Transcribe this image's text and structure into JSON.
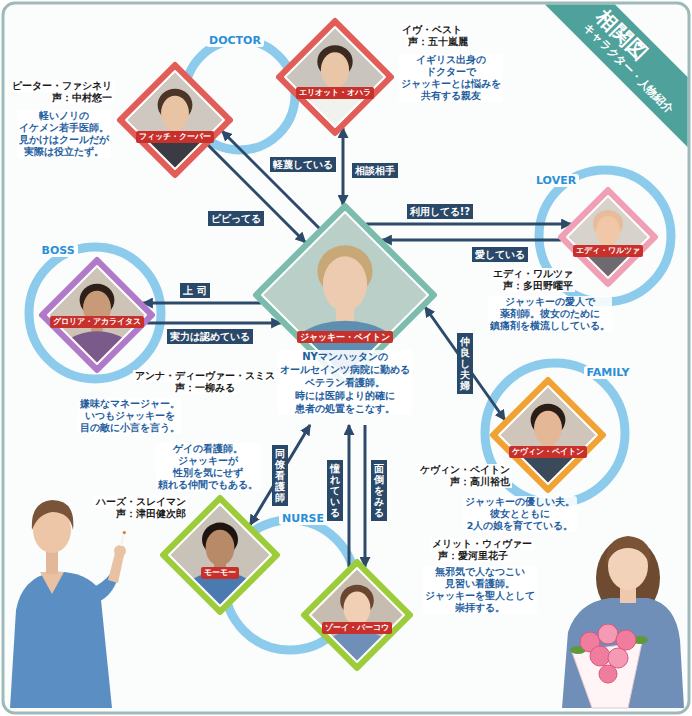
{
  "diagram": {
    "title": "相関図",
    "nodes": [
      {
        "text": [
          "フィッチ・クーパー",
          "ピーター・ファシネリ",
          "声：中村悠一",
          "軽いノリの イケメン若手医師。 見かけはクールだが 実際は役立たず。"
        ]
      },
      {
        "text": [
          "エリオット・オハラ",
          "イヴ・ベスト",
          "声：五十嵐麗",
          "イギリス出身の ドクターで ジャッキーとは悩みを 共有する親友"
        ]
      },
      {
        "text": [
          "エディ・ワルツァ",
          "エディ・ワルツァ",
          "声：多田野曜平",
          "ジャッキーの愛人で 薬剤師。彼女のために 鎮痛剤を横流ししている。"
        ]
      },
      {
        "text": [
          "グロリア・アカライタス",
          "アンナ・ディーヴァー・スミス",
          "声：一柳みる",
          "嫌味なマネージャー。 いつもジャッキーを 目の敵に小言を言う。"
        ]
      },
      {
        "text": [
          "ジャッキー・ペイトン",
          "NYマンハッタンの オールセインツ病院に勤める ベテラン看護師。 時には医師より的確に 患者の処置をこなす。"
        ]
      },
      {
        "text": [
          "ケヴィン・ペイトン",
          "ケヴィン・ペイトン",
          "声：高川裕也",
          "ジャッキーの優しい夫。 彼女とともに 2人の娘を育てている。"
        ]
      },
      {
        "text": [
          "モーモー",
          "ハーズ・スレイマン",
          "声：津田健次郎",
          "ゲイの看護師。 ジャッキーが 性別を気にせず 頼れる仲間でもある。"
        ]
      },
      {
        "text": [
          "ゾーイ・バーコウ",
          "メリット・ウィヴァー",
          "声：愛河里花子",
          "無邪気で人なつこい 見習い看護師。 ジャッキーを聖人として 崇拝する。"
        ]
      }
    ],
    "edges": [
      {
        "from": 4,
        "to": 0,
        "label": "軽蔑している",
        "arrow": "to"
      },
      {
        "from": 0,
        "to": 4,
        "label": "ビビってる",
        "arrow": "to"
      },
      {
        "from": 1,
        "to": 4,
        "label": "相談相手",
        "arrow": "both"
      },
      {
        "from": 4,
        "to": 2,
        "label": "利用してる!?",
        "arrow": "to"
      },
      {
        "from": 2,
        "to": 4,
        "label": "愛している",
        "arrow": "to"
      },
      {
        "from": 4,
        "to": 3,
        "label": "上 司",
        "arrow": "to"
      },
      {
        "from": 3,
        "to": 4,
        "label": "実力は認めている",
        "arrow": "to"
      },
      {
        "from": 4,
        "to": 5,
        "label": "仲良し夫婦",
        "arrow": "both"
      },
      {
        "from": 4,
        "to": 6,
        "label": "同僚看護師",
        "arrow": "both"
      },
      {
        "from": 7,
        "to": 4,
        "label": "憧れている",
        "arrow": "to"
      },
      {
        "from": 4,
        "to": 7,
        "label": "面倒をみる",
        "arrow": "to"
      }
    ],
    "labels": [
      "キャラクター・人物紹介",
      "DOCTOR",
      "LOVER",
      "BOSS",
      "FAMILY",
      "NURSE"
    ]
  }
}
